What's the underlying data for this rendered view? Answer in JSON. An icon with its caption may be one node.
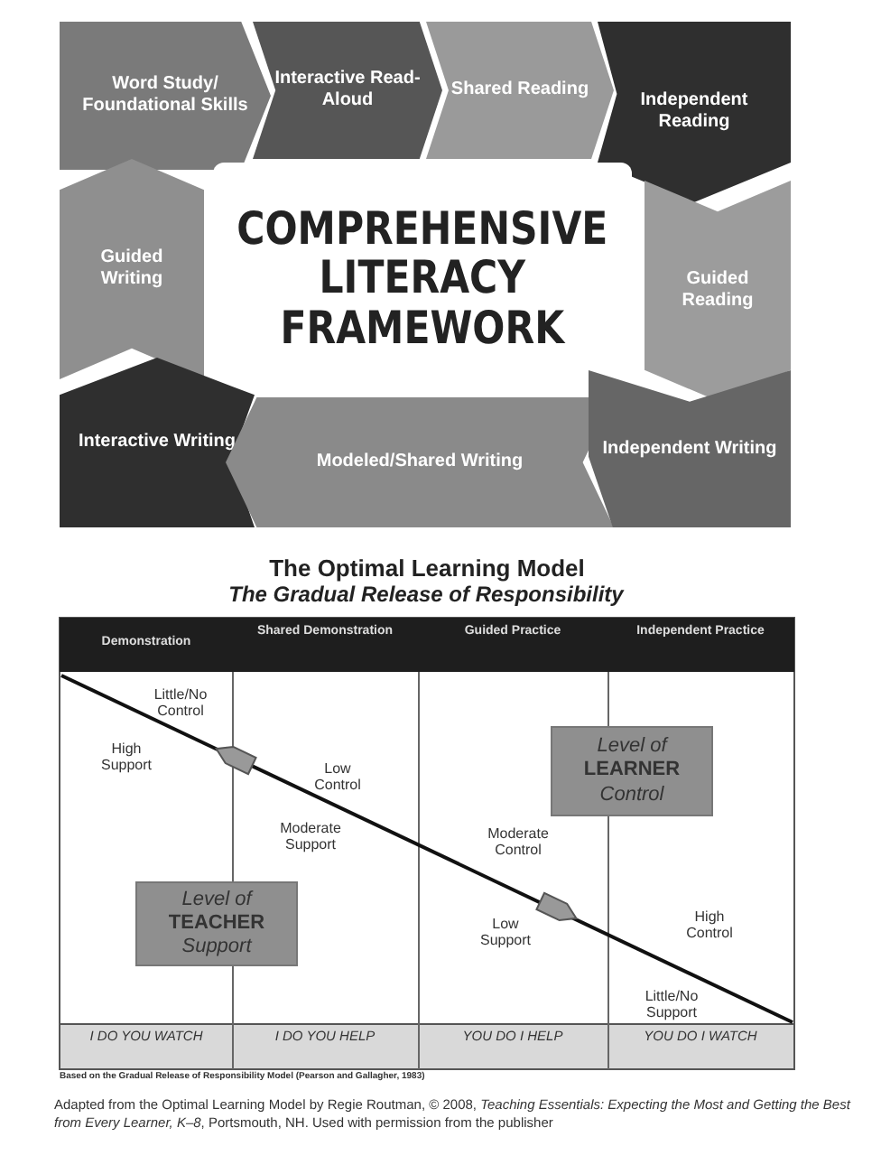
{
  "diagram": {
    "title": "The Optimal Learning Model",
    "caption": "Adapted from the Optimal Learning Model by Regie Routman, © 2008, *Teaching Essentials: Expecting the Most and Getting the Best from Every Learner, K–8*, Portsmouth, NH. Used with permission from the publisher",
    "nodes": [
      {
        "text": [
          "Word Study/ Foundational Skills"
        ]
      },
      {
        "text": [
          "Interactive Read-Aloud"
        ]
      },
      {
        "text": [
          "Shared Reading"
        ]
      },
      {
        "text": [
          "Independent Reading"
        ]
      },
      {
        "text": [
          "Guided Writing"
        ]
      },
      {
        "text": [
          "COMPREHENSIVE LITERACY FRAMEWORK"
        ]
      },
      {
        "text": [
          "Guided Reading"
        ]
      },
      {
        "text": [
          "Interactive Writing"
        ]
      },
      {
        "text": [
          "Modeled/Shared Writing"
        ]
      },
      {
        "text": [
          "Independent Writing"
        ]
      },
      {
        "text": [
          "*Level of* **LEARNER** *Control*"
        ]
      },
      {
        "text": [
          "*Level of* **TEACHER** *Support*"
        ]
      }
    ],
    "edges": [],
    "labels": [
      "The Gradual Release of Responsibility",
      "Demonstration",
      "Shared Demonstration",
      "Guided Practice",
      "Independent Practice",
      "Little/No Control",
      "High Support",
      "Low Control",
      "Moderate Support",
      "Moderate Control",
      "Low Support",
      "High Control",
      "Little/No Support",
      "I DO YOU WATCH",
      "I DO YOU HELP",
      "YOU DO I HELP",
      "YOU DO I WATCH",
      "Based on the Gradual Release of Responsibility Model (Pearson and Gallagher, 1983)"
    ]
  }
}
